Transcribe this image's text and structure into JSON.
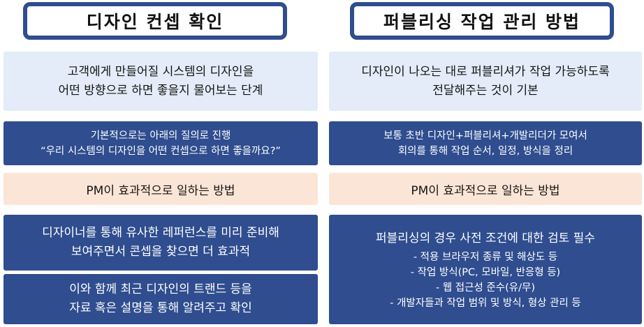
{
  "left": {
    "title": "디자인 컨셉 확인",
    "definition": [
      "고객에게 만들어질 시스템의 디자인을",
      "어떤 방향으로 하면 좋을지 물어보는 단계"
    ],
    "process": [
      "기본적으로는 아래의 질의로 진행",
      "“우리 시스템의 디자인을 어떤 컨셉으로 하면 좋을까요?”"
    ],
    "pm_label": "PM이 효과적으로 일하는 방법",
    "tip1": [
      "디자이너를 통해 유사한 레퍼런스를 미리 준비해",
      "보여주면서 콘셉을 찾으면 더 효과적"
    ],
    "tip2": [
      "이와 함께 최근 디자인의 트랜드 등을",
      "자료 혹은 설명을 통해 알려주고 확인"
    ]
  },
  "right": {
    "title": "퍼블리싱 작업 관리 방법",
    "definition": [
      "디자인이 나오는 대로 퍼블리셔가 작업 가능하도록",
      "전달해주는 것이 기본"
    ],
    "process": [
      "보통 초반 디자인+퍼블리셔+개발리더가 모여서",
      "회의를 통해 작업 순서, 일정, 방식을 정리"
    ],
    "pm_label": "PM이 효과적으로 일하는 방법",
    "tip_heading": "퍼블리싱의 경우 사전 조건에 대한 검토 필수",
    "tip_items": [
      "- 적용 브라우저 종류 및 해상도 등",
      "- 작업 방식(PC, 모바일, 반응형 등)",
      "- 웹 접근성 준수(유/무)",
      "- 개발자들과 작업 범위 및 방식, 형상 관리 등"
    ]
  },
  "colors": {
    "navy": "#2f4d8f",
    "light_blue": "#e3ecf8",
    "peach": "#fbe5d6"
  }
}
